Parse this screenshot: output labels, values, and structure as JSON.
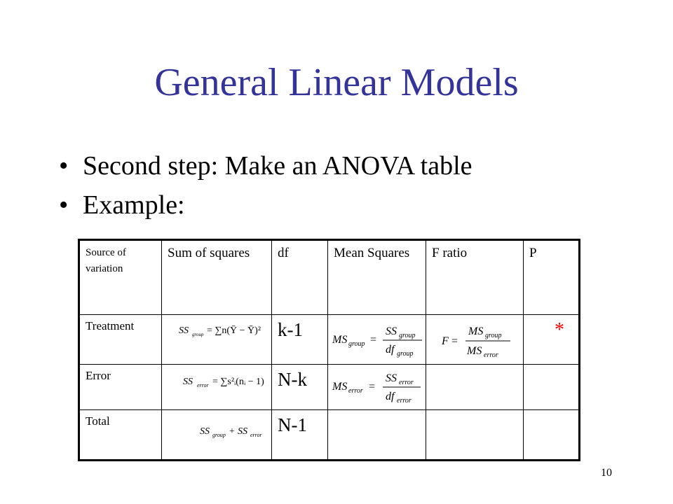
{
  "slide": {
    "title": "General Linear Models",
    "bullets": [
      "Second step: Make an ANOVA table",
      "Example:"
    ],
    "page_number": "10"
  },
  "table": {
    "headers": [
      "Source of variation",
      "Sum of squares",
      "df",
      "Mean Squares",
      "F ratio",
      "P"
    ],
    "rows": [
      {
        "source": "Treatment",
        "df": "k-1",
        "p": "*"
      },
      {
        "source": "Error",
        "df": "N-k",
        "p": ""
      },
      {
        "source": "Total",
        "df": "N-1",
        "p": ""
      }
    ],
    "formulas": {
      "ss_group": {
        "lhs": "SS",
        "sub": "group",
        "rhs": "= ∑n(Ȳ − Ȳ)²"
      },
      "ss_error": {
        "lhs": "SS",
        "sub": "error",
        "rhs": "= ∑s²ᵢ(nᵢ − 1)"
      },
      "ss_total": {
        "text": "SS + SS",
        "sub1": "group",
        "sub2": "error"
      },
      "ms_group": {
        "lhs": "MS",
        "sub": "group",
        "num": "SS",
        "num_sub": "group",
        "den": "df",
        "den_sub": "group"
      },
      "ms_error": {
        "lhs": "MS",
        "sub": "error",
        "num": "SS",
        "num_sub": "error",
        "den": "df",
        "den_sub": "error"
      },
      "f_ratio": {
        "lhs": "F",
        "num": "MS",
        "num_sub": "group",
        "den": "MS",
        "den_sub": "error"
      }
    },
    "colors": {
      "p_star": "#ff0000"
    }
  },
  "colors": {
    "title": "#333399"
  }
}
